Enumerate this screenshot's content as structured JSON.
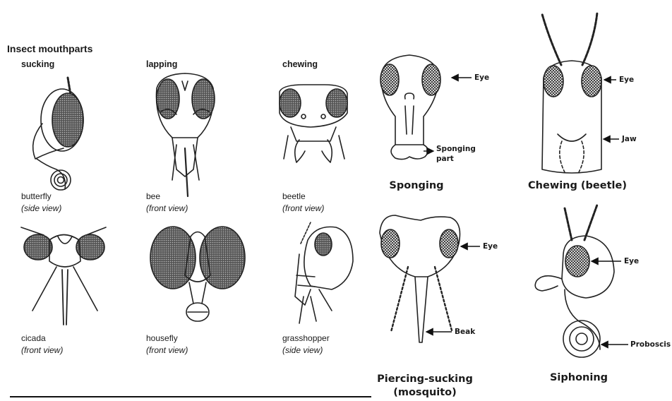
{
  "title": "Insect mouthparts",
  "categories": {
    "sucking": "sucking",
    "lapping": "lapping",
    "chewing": "chewing"
  },
  "specimens": {
    "butterfly": {
      "name": "butterfly",
      "view": "(side view)"
    },
    "bee": {
      "name": "bee",
      "view": "(front view)"
    },
    "beetle": {
      "name": "beetle",
      "view": "(front view)"
    },
    "cicada": {
      "name": "cicada",
      "view": "(front view)"
    },
    "housefly": {
      "name": "housefly",
      "view": "(front view)"
    },
    "grasshopper": {
      "name": "grasshopper",
      "view": "(side view)"
    }
  },
  "types": {
    "sponging": {
      "heading": "Sponging",
      "eye": "Eye",
      "part": "Sponging",
      "part2": "part"
    },
    "chewing": {
      "heading": "Chewing (beetle)",
      "eye": "Eye",
      "part": "Jaw"
    },
    "piercing": {
      "heading": "Piercing-sucking",
      "heading2": "(mosquito)",
      "eye": "Eye",
      "part": "Beak"
    },
    "siphoning": {
      "heading": "Siphoning",
      "eye": "Eye",
      "part": "Proboscis"
    }
  }
}
